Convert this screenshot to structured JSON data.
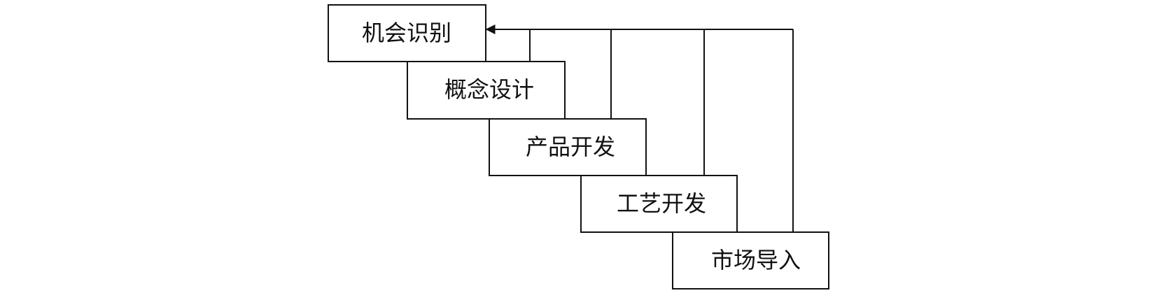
{
  "diagram": {
    "stages": [
      {
        "label": "机会识别"
      },
      {
        "label": "概念设计"
      },
      {
        "label": "产品开发"
      },
      {
        "label": "工艺开发"
      },
      {
        "label": "市场导入"
      }
    ]
  }
}
